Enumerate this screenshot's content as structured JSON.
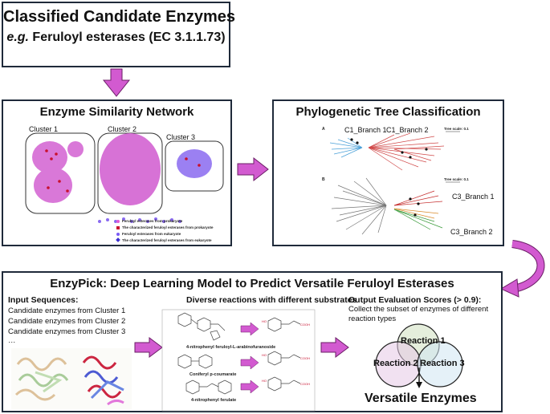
{
  "top_box": {
    "title": "Classified Candidate Enzymes",
    "subtitle_eg": "e.g.",
    "subtitle_rest": " Feruloyl esterases (EC 3.1.1.73)"
  },
  "network_box": {
    "title": "Enzyme Similarity Network",
    "cluster1": "Cluster 1",
    "cluster2": "Cluster 2",
    "cluster3": "Cluster 3",
    "legend": [
      "Feruloyl esterases from prokaryote",
      "The characterized feruloyl esterases from prokaryote",
      "Feruloyl esterases from eukaryote",
      "The characterized feruloyl esterases from eukaryote"
    ],
    "legend_colors": [
      "#e05ad6",
      "#c8102e",
      "#7a5af5",
      "#3b2fd0"
    ]
  },
  "tree_box": {
    "title": "Phylogenetic Tree Classification",
    "c1_branch1": "C1_Branch 1",
    "c1_branch2": "C1_Branch 2",
    "c3_branch1": "C3_Branch 1",
    "c3_branch2": "C3_Branch 2",
    "panel_a": "A",
    "panel_b": "B",
    "tree_scale_a": "Tree scale: 0.1",
    "tree_scale_b": "Tree scale: 0.1"
  },
  "enzypick_box": {
    "title": "EnzyPick: Deep Learning Model to Predict Versatile Feruloyl Esterases",
    "input_heading": "Input Sequences:",
    "inputs": [
      "Candidate enzymes from Cluster 1",
      "Candidate enzymes from Cluster 2",
      "Candidate enzymes from Cluster 3",
      "…"
    ],
    "reactions_heading": "Diverse reactions with different substrates",
    "substrates": [
      "4-nitrophenyl feruloyl-L-arabinofuranoside",
      "Coniferyl p-coumarate",
      "4-nitrophenyl ferulate"
    ],
    "output_heading": "Output Evaluation Scores (> 0.9):",
    "output_desc_1": "Collect the subset of enzymes of different",
    "output_desc_2": "reaction types",
    "venn": [
      "Reaction 1",
      "Reaction 2",
      "Reaction 3"
    ],
    "result": "Versatile Enzymes"
  },
  "arrow_color": "#d25ad0"
}
